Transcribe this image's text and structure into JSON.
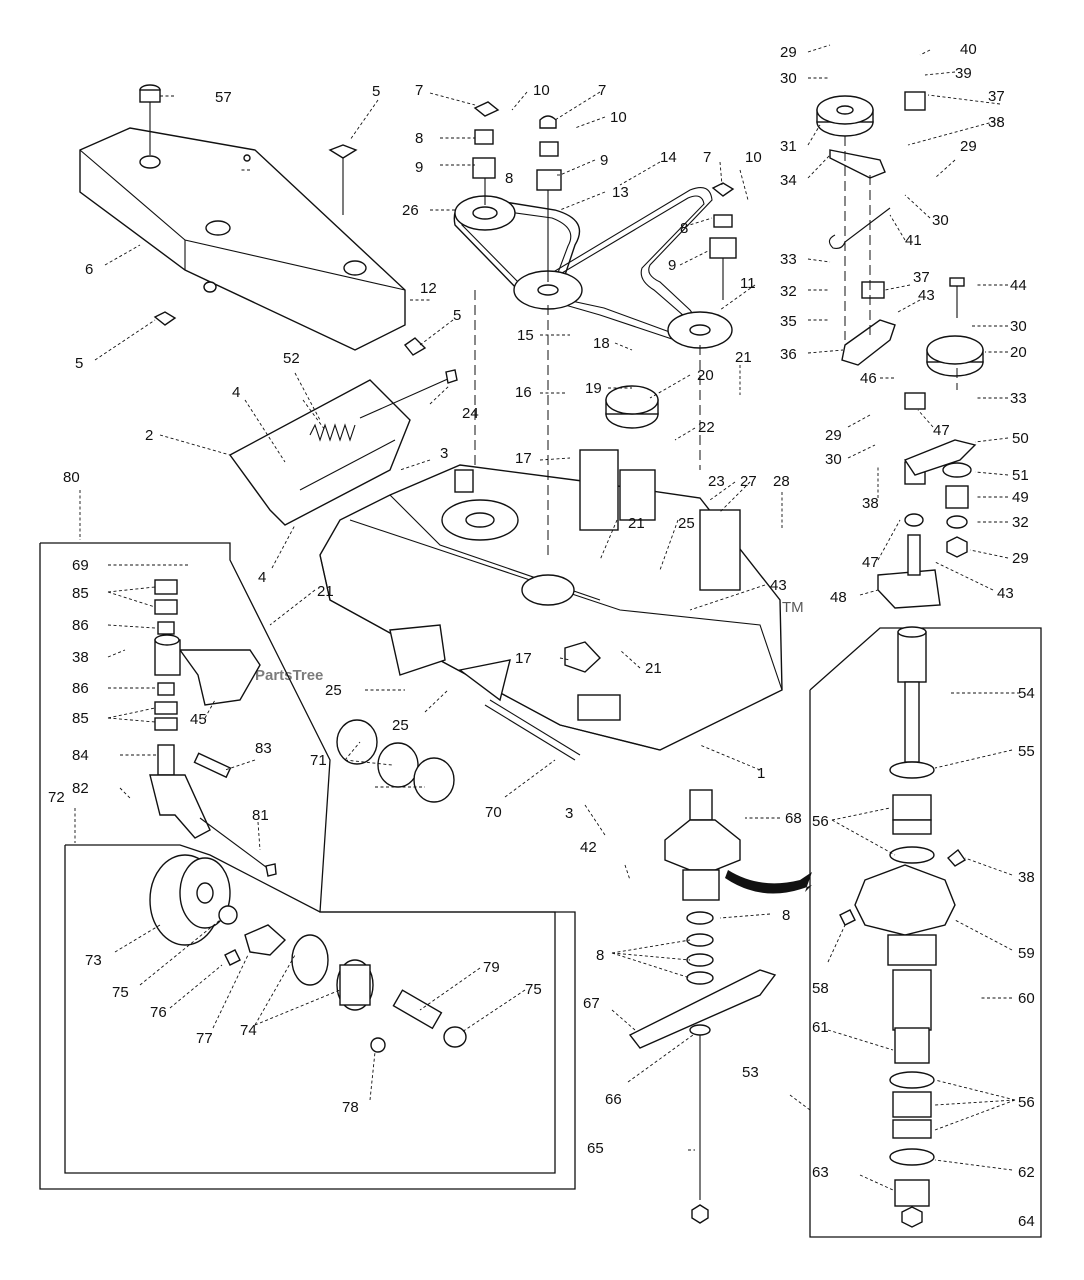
{
  "watermark": {
    "text": "PartsTree",
    "trademark": "TM"
  },
  "callouts": [
    "1",
    "2",
    "3",
    "4",
    "5",
    "6",
    "7",
    "8",
    "9",
    "10",
    "11",
    "12",
    "13",
    "14",
    "15",
    "16",
    "17",
    "18",
    "19",
    "20",
    "21",
    "22",
    "23",
    "24",
    "25",
    "26",
    "27",
    "28",
    "29",
    "30",
    "31",
    "32",
    "33",
    "34",
    "35",
    "36",
    "37",
    "38",
    "39",
    "40",
    "41",
    "42",
    "43",
    "44",
    "45",
    "46",
    "47",
    "48",
    "49",
    "50",
    "51",
    "52",
    "53",
    "54",
    "55",
    "56",
    "57",
    "58",
    "59",
    "60",
    "61",
    "62",
    "63",
    "64",
    "65",
    "66",
    "67",
    "68",
    "69",
    "70",
    "71",
    "72",
    "73",
    "74",
    "75",
    "76",
    "77",
    "78",
    "79",
    "80",
    "81",
    "82",
    "83",
    "84",
    "85",
    "86"
  ]
}
